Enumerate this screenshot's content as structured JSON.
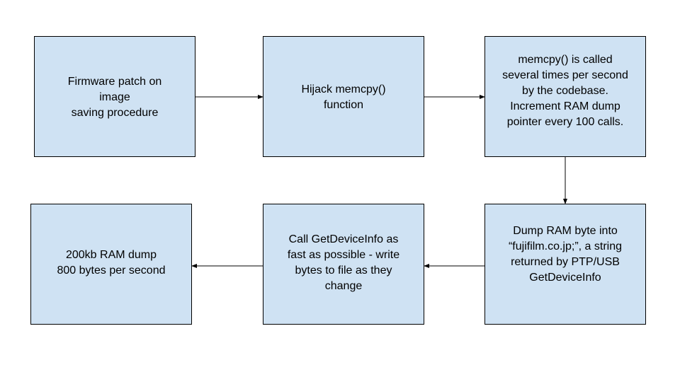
{
  "diagram": {
    "nodes": {
      "firmware_patch": "Firmware patch on\nimage\nsaving procedure",
      "hijack_memcpy": "Hijack memcpy()\nfunction",
      "memcpy_called": "memcpy() is called\nseveral times per second\nby the codebase.\nIncrement RAM dump\npointer every 100 calls.",
      "dump_ram_byte": "Dump RAM byte into\n“fujifilm.co.jp;”, a string\nreturned by PTP/USB\nGetDeviceInfo",
      "call_getdeviceinfo": "Call GetDeviceInfo as\nfast as possible - write\nbytes to file as they\nchange",
      "ram_dump_result": "200kb RAM dump\n800 bytes per second"
    },
    "colors": {
      "node_fill": "#cfe2f3",
      "node_border": "#000000",
      "arrow": "#000000"
    }
  }
}
